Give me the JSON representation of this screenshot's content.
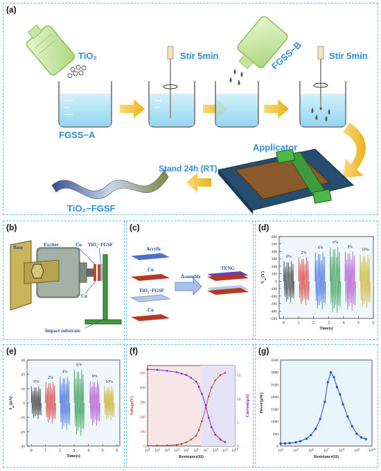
{
  "panels": {
    "a": "(a)",
    "b": "(b)",
    "c": "(c)",
    "d": "(d)",
    "e": "(e)",
    "f": "(f)",
    "g": "(g)"
  },
  "panel_a": {
    "tio2": "TiO₂",
    "stir1": "Stir 5min",
    "fgss_b": "FGSS−B",
    "stir2": "Stir 5min",
    "fgss_a": "FGSS−A",
    "applicator": "Applicator",
    "stand": "Stand 24h (RT)",
    "product": "TiO₂−FGSF"
  },
  "panel_b": {
    "base": "Base",
    "exciter": "Exciter",
    "cu_top": "Cu",
    "tio2_fgsf": "TiO₂−FGSF",
    "cu_bottom": "Cu",
    "impact": "Impact substrate"
  },
  "panel_c": {
    "acrylic": "Acrylic",
    "cu1": "Cu",
    "tio2_fgsf": "TiO₂−FGSF",
    "cu2": "Cu",
    "assembly": "Assembly",
    "teng": "TENG"
  },
  "colors": {
    "panel_border": "#6cc3ea",
    "arrow_yellow": "#f2c230",
    "label_blue": "#2e8fd8",
    "copper": "#b53a22",
    "acrylic": "#4e6fd0",
    "tio2_film": "#b6c7e8",
    "voltage": "#c0392b",
    "current": "#6a1fd1",
    "power": "#2046d8"
  },
  "chart_data": [
    {
      "id": "d",
      "type": "line",
      "ylabel": "V",
      "ylabel_sub": "oc",
      "ylabel_unit": "(V)",
      "xlabel": "Time(s)",
      "xlim": [
        -0.3,
        6
      ],
      "ylim": [
        -500,
        600
      ],
      "xticks": [
        0,
        1,
        2,
        3,
        4,
        5,
        6
      ],
      "yticks": [
        -500,
        -400,
        -300,
        -200,
        -100,
        0,
        100,
        200,
        300,
        400,
        500,
        600
      ],
      "series": [
        {
          "name": "0%",
          "color": "#333333",
          "start": 0.0,
          "end": 0.7,
          "peak": 280,
          "trough": -290
        },
        {
          "name": "2%",
          "color": "#d83a3a",
          "start": 1.0,
          "end": 1.7,
          "peak": 330,
          "trough": -320
        },
        {
          "name": "4%",
          "color": "#3a6ad8",
          "start": 2.1,
          "end": 2.8,
          "peak": 400,
          "trough": -380
        },
        {
          "name": "6%",
          "color": "#2a9a4a",
          "start": 3.1,
          "end": 3.8,
          "peak": 470,
          "trough": -430
        },
        {
          "name": "8%",
          "color": "#b24ad0",
          "start": 4.1,
          "end": 4.8,
          "peak": 410,
          "trough": -400
        },
        {
          "name": "10%",
          "color": "#c8b020",
          "start": 5.1,
          "end": 5.8,
          "peak": 370,
          "trough": -360
        }
      ]
    },
    {
      "id": "e",
      "type": "line",
      "ylabel": "I",
      "ylabel_sub": "sc",
      "ylabel_unit": "(μA)",
      "xlabel": "Time(s)",
      "xlim": [
        -0.3,
        6.2
      ],
      "ylim": [
        -30,
        30
      ],
      "xticks": [
        0,
        1,
        2,
        3,
        4,
        5,
        6
      ],
      "yticks": [
        -30,
        -20,
        -10,
        0,
        10,
        20,
        30
      ],
      "series": [
        {
          "name": "0%",
          "color": "#333333",
          "start": 0.0,
          "end": 0.7,
          "peak": 12,
          "trough": -11
        },
        {
          "name": "2%",
          "color": "#d83a3a",
          "start": 1.0,
          "end": 1.7,
          "peak": 15,
          "trough": -14
        },
        {
          "name": "4%",
          "color": "#3a6ad8",
          "start": 2.0,
          "end": 2.7,
          "peak": 19,
          "trough": -19
        },
        {
          "name": "6%",
          "color": "#2a9a4a",
          "start": 3.0,
          "end": 3.7,
          "peak": 24,
          "trough": -23
        },
        {
          "name": "8%",
          "color": "#b24ad0",
          "start": 4.1,
          "end": 4.8,
          "peak": 16,
          "trough": -16
        },
        {
          "name": "10%",
          "color": "#c8b020",
          "start": 5.1,
          "end": 5.8,
          "peak": 12,
          "trough": -12
        }
      ]
    },
    {
      "id": "f",
      "type": "line",
      "xlabel": "Resistance(Ω)",
      "ylabel_left": "Voltage(V)",
      "ylabel_right": "Current(μA)",
      "xscale": "log",
      "xlim": [
        1,
        10
      ],
      "xticks": [
        1,
        2,
        3,
        4,
        5,
        6,
        7,
        8,
        9,
        10
      ],
      "xtick_prefix": "10",
      "ylim_left": [
        0,
        550
      ],
      "yticks_left": [
        0,
        100,
        200,
        300,
        400,
        500
      ],
      "ylim_right": [
        0,
        17
      ],
      "yticks_right": [
        0,
        5,
        10,
        15
      ],
      "voltage": {
        "x": [
          1,
          2,
          3,
          4,
          4.5,
          5,
          5.5,
          6,
          6.3,
          6.6,
          7,
          7.3,
          7.6,
          8,
          8.5,
          9
        ],
        "y": [
          2,
          3,
          4,
          8,
          15,
          25,
          45,
          70,
          110,
          170,
          260,
          340,
          400,
          450,
          485,
          500
        ]
      },
      "current": {
        "x": [
          1,
          2,
          3,
          4,
          4.5,
          5,
          5.5,
          6,
          6.3,
          6.6,
          7,
          7.3,
          7.6,
          8,
          8.5,
          9
        ],
        "y": [
          16.2,
          16.1,
          15.9,
          15.6,
          15.3,
          15.0,
          14.4,
          13.6,
          12.5,
          11.0,
          8.6,
          6.0,
          4.0,
          2.4,
          1.4,
          0.8
        ]
      }
    },
    {
      "id": "g",
      "type": "line",
      "xlabel": "Resistance(Ω)",
      "ylabel": "Power(μW)",
      "xscale": "log",
      "xlim": [
        4,
        10
      ],
      "xticks": [
        4,
        5,
        6,
        7,
        8,
        9,
        10
      ],
      "xtick_prefix": "10",
      "ylim": [
        0,
        3500
      ],
      "yticks": [
        0,
        500,
        1000,
        1500,
        2000,
        2500,
        3000,
        3500
      ],
      "x": [
        4,
        4.3,
        4.6,
        5,
        5.3,
        5.7,
        6,
        6.3,
        6.6,
        6.9,
        7.1,
        7.3,
        7.5,
        7.7,
        7.9,
        8.1,
        8.4,
        8.7,
        9,
        9.3,
        9.6
      ],
      "y": [
        100,
        110,
        120,
        150,
        200,
        300,
        450,
        700,
        1100,
        1800,
        2600,
        3000,
        2800,
        2400,
        2100,
        1700,
        1200,
        800,
        500,
        350,
        280
      ]
    }
  ]
}
